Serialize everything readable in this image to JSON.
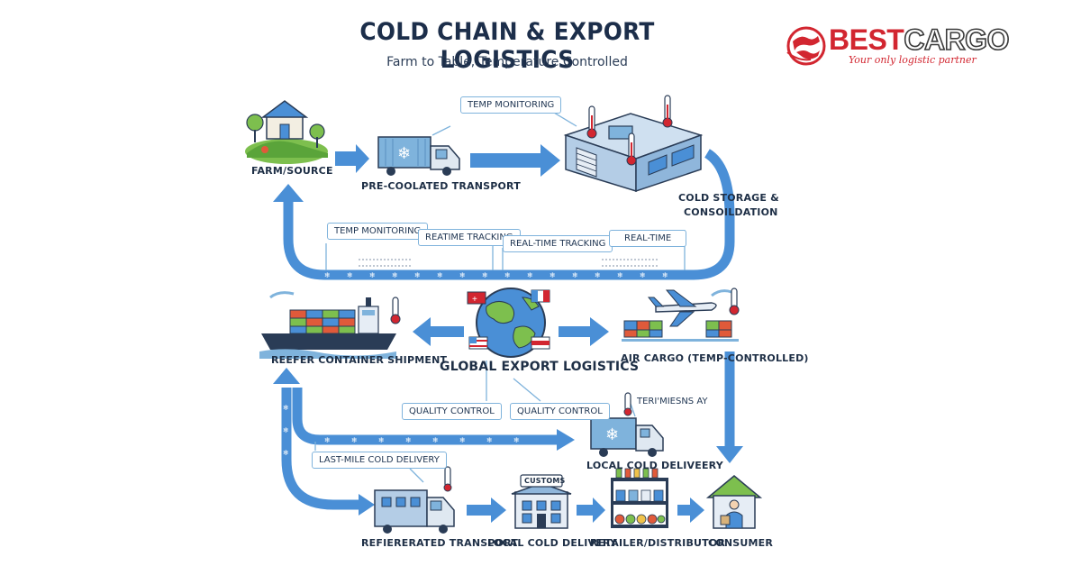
{
  "header": {
    "title": "COLD CHAIN & EXPORT LOGISTICS",
    "subtitle": "Farm to Table, Temperature Controlled"
  },
  "logo": {
    "brand_part1": "BEST",
    "brand_part2": "CARGO",
    "tagline": "Your only logistic partner",
    "colors": {
      "red": "#d22630",
      "dark": "#3a3a3a"
    }
  },
  "stages": {
    "farm": "FARM/SOURCE",
    "pre_cool": "PRE-COOLATED TRANSPORT",
    "cold_storage_line1": "COLD STORAGE &",
    "cold_storage_line2": "CONSOILDATION",
    "reefer": "REEFER CONTAINER SHIPMENT",
    "global": "GLOBAL EXPORT LOGISTICS",
    "air_cargo": "AIR CARGO (TEMP-CONTROLLED)",
    "local_cold_delivery_truck": "LOCAL COLD DELIVEERY",
    "refrigerated": "REFIERERATED TRANSPORT",
    "local_cold_delivery": "LOCAL COLD DELIVERY",
    "retailer": "RETAILER/DISTRIBUTOR",
    "consumer": "CONSUMER",
    "customs_sign": "CUSTOMS"
  },
  "tags": {
    "temp_monitoring_top": "TEMP MONITORING",
    "temp_monitoring_mid": "TEMP MONITORING",
    "realtime_tracking_1": "REATIME TRACKING",
    "realtime_tracking_2": "REAL-TIME TRACKING",
    "real_time": "REAL-TIME",
    "quality_control_1": "QUALITY CONTROL",
    "quality_control_2": "QUALITY CONTROL",
    "temp_sensor": "TERI'MIESNS AY",
    "last_mile": "LAST-MILE COLD DELIVERY"
  },
  "colors": {
    "arrow_blue": "#4a8fd6",
    "dark_navy": "#1c2e4a",
    "tag_border": "#7fb3dc"
  }
}
